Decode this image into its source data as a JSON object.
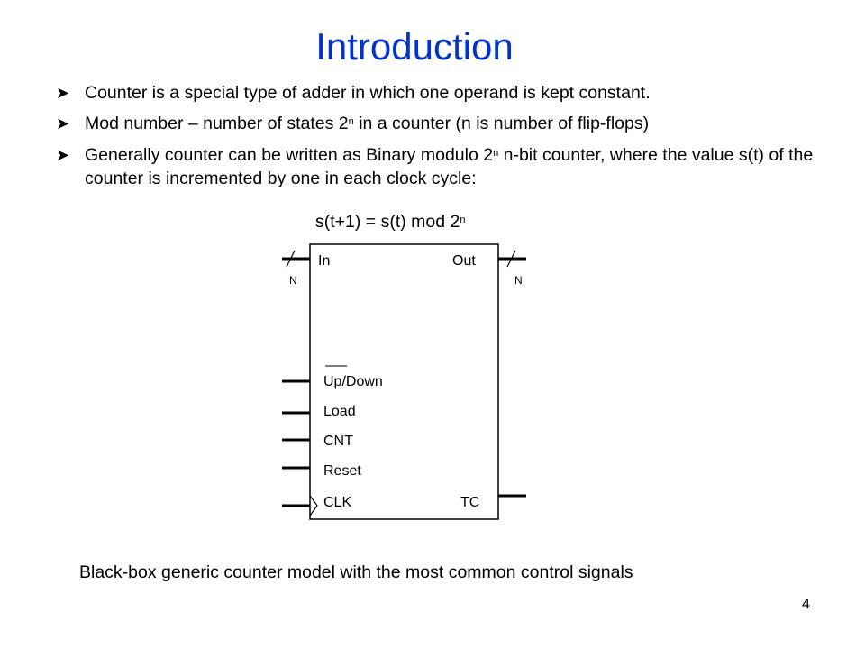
{
  "title": "Introduction",
  "bullet_marker": "➤",
  "bullets": [
    {
      "pre": "Counter is a special type of adder in which one operand is kept constant.",
      "sup": "",
      "post": ""
    },
    {
      "pre": "Mod number – number of states 2",
      "sup": "n",
      "post": " in a counter (n is number of flip-flops)"
    },
    {
      "pre": "Generally counter can be written as Binary modulo 2",
      "sup": "n",
      "post": " n-bit counter, where the value s(t) of the counter is incremented by one in each clock cycle:"
    }
  ],
  "formula": {
    "pre": "s(t+1) = s(t) mod 2",
    "sup": "n"
  },
  "diagram": {
    "in_label": "In",
    "out_label": "Out",
    "bus_width_in": "N",
    "bus_width_out": "N",
    "inputs": [
      "Up/Down",
      "Load",
      "CNT",
      "Reset",
      "CLK"
    ],
    "output_tc": "TC"
  },
  "caption": "Black-box generic counter model with the most common control signals",
  "page_number": "4"
}
